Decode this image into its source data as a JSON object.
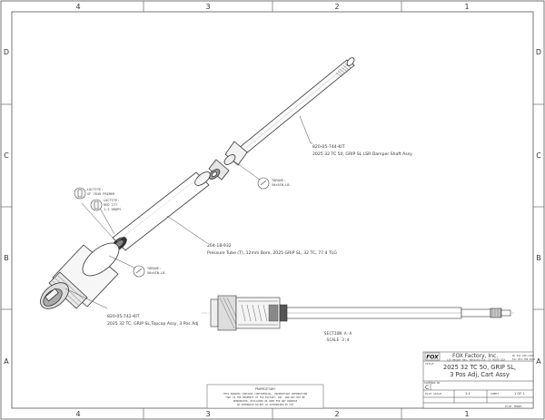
{
  "zones": {
    "columns": [
      "4",
      "3",
      "2",
      "1"
    ],
    "rows": [
      "D",
      "C",
      "B",
      "A"
    ]
  },
  "callouts": {
    "shaft_part": "820-05-744-KIT",
    "shaft_desc": "2025 32 TC 50, GRIP SL LSR Damper Shaft Assy",
    "tube_part": "204-18-932",
    "tube_desc": "Pressure Tube (T), 12mm Bore, 2025 GRIP SL, 32 TC, 77.4 TLG",
    "topcap_part": "820-05-742-KIT",
    "topcap_desc": "2025 32 TC, GRIP SL,Topcap Assy, 3 Pos Adj",
    "torque_a_label": "TORQUE:",
    "torque_a_value": "50±5IN-LB.",
    "torque_b_label": "TORQUE:",
    "torque_b_value": "50±5IN-LB.",
    "loctite_a_1": "LOCTITE:",
    "loctite_a_2": "SF 7649 PRIMER",
    "loctite_b_1": "LOCTITE:",
    "loctite_b_2": "RED 277",
    "loctite_b_3": "1-2 DROPS"
  },
  "section": {
    "label": "SECTION A-A",
    "scale": "SCALE 3:4"
  },
  "notice": {
    "title": "PROPRIETARY",
    "line1": "THIS DRAWING CONTAINS CONFIDENTIAL, PROPRIETARY INFORMATION",
    "line2": "THAT IS THE PROPERTY OF FOX FACTORY, INC. AND MAY NOT BE",
    "line3": "REPRODUCED, DISCLOSED OR USED FOR ANY PURPOSE",
    "line4": "OR OTHERWISE EXCEPT AS AUTHORIZED BY FOX"
  },
  "title_block": {
    "logo": "FOX",
    "company": "FOX Factory, Inc.",
    "address": "130 Hangar Way, Watsonville, CA 95076 USA",
    "phone": "Ph 831-768-1100",
    "fax": "Fax 831-768-9312",
    "title_label": "TITLE:",
    "title_line1": "2025 32 TC 50, GRIP SL,",
    "title_line2": "3 Pos Adj, Cart Assy",
    "size_label": "SIZE DWG NO",
    "size_value": "C",
    "scale_label": "PLOT SCALE",
    "scale_value": "1:1",
    "sheet_label": "SHEET",
    "sheet_value": "1 OF 1",
    "proe_label": "ProE",
    "proe_value": "MODEL"
  }
}
